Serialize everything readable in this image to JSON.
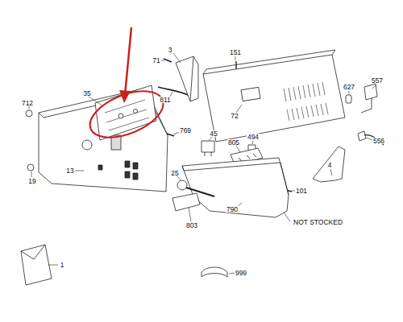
{
  "diagram": {
    "labels": [
      "3",
      "151",
      "71",
      "811",
      "35",
      "72",
      "627",
      "557",
      "712",
      "769",
      "45",
      "494",
      "805",
      "556",
      "4",
      "19",
      "13",
      "25",
      "101",
      "803",
      "790",
      "NOT STOCKED",
      "1",
      "999"
    ]
  }
}
